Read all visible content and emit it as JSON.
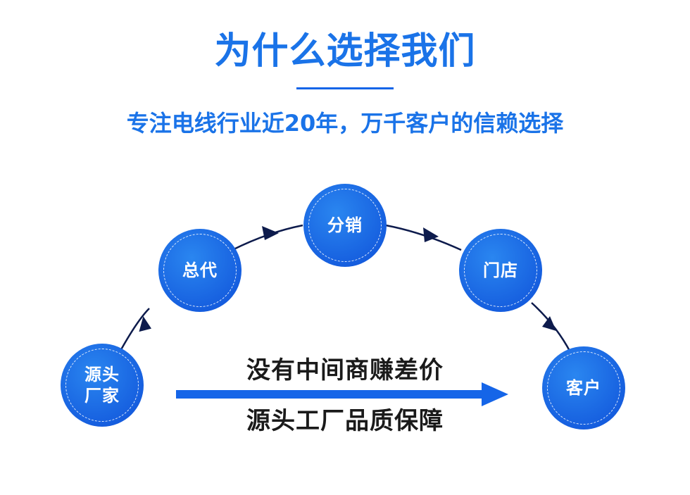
{
  "header": {
    "title": "为什么选择我们",
    "subtitle": "专注电线行业近20年，万千客户的信赖选择"
  },
  "flow": {
    "nodes": [
      {
        "label": "源头\n厂家"
      },
      {
        "label": "总代"
      },
      {
        "label": "分销"
      },
      {
        "label": "门店"
      },
      {
        "label": "客户"
      }
    ],
    "messages": {
      "line1": "没有中间商赚差价",
      "line2": "源头工厂品质保障"
    }
  },
  "colors": {
    "accent": "#1565e8",
    "title": "#1a73e8",
    "arc": "#0d1b4c",
    "node_start": "#2a86f0",
    "node_end": "#0e4fd8",
    "text_dark": "#1a1a1a"
  }
}
